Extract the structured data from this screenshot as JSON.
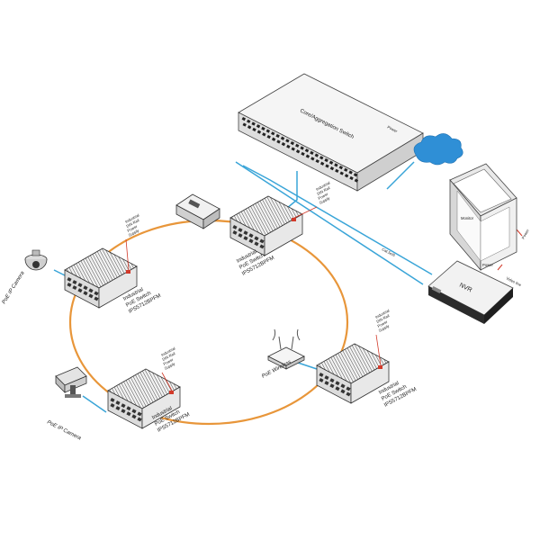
{
  "colors": {
    "ring": "#e8963a",
    "cable": "#3aa5d8",
    "cloud": "#2f8fd6",
    "device_top": "#f4f4f4",
    "device_side": "#dcdcdc",
    "device_dark": "#333333",
    "power_red": "#d23a2a"
  },
  "core_switch": {
    "label": "Core/Aggregation Switch",
    "power_label": "Power"
  },
  "monitor": {
    "label": "Monitor",
    "power_label": "Power"
  },
  "nvr": {
    "label": "NVR",
    "power_label": "Power",
    "video_label": "Video line"
  },
  "cable_label": "Cat.5e/6",
  "switches": [
    {
      "name": "top",
      "line1": "Industrial",
      "line2": "PoE Switch",
      "line3": "IPS5712BPFM",
      "supply1": "Industrial",
      "supply2": "DIN Rail",
      "supply3": "Power",
      "supply4": "Supply"
    },
    {
      "name": "left",
      "line1": "Industrial",
      "line2": "PoE Switch",
      "line3": "IPS5712BPFM",
      "supply1": "Industrial",
      "supply2": "DIN Rail",
      "supply3": "Power",
      "supply4": "Supply"
    },
    {
      "name": "bottom-left",
      "line1": "Industrial",
      "line2": "PoE Switch",
      "line3": "IPS5712BPFM",
      "supply1": "Industrial",
      "supply2": "DIN Rail",
      "supply3": "Power",
      "supply4": "Supply"
    },
    {
      "name": "right",
      "line1": "Industrial",
      "line2": "PoE Switch",
      "line3": "IPS5712BPFM",
      "supply1": "Industrial",
      "supply2": "DIN Rail",
      "supply3": "Power",
      "supply4": "Supply"
    }
  ],
  "endpoints": {
    "camera_dome": "PoE IP Camera",
    "camera_bullet": "PoE IP Camera",
    "wireless": "PoE Wireless"
  }
}
